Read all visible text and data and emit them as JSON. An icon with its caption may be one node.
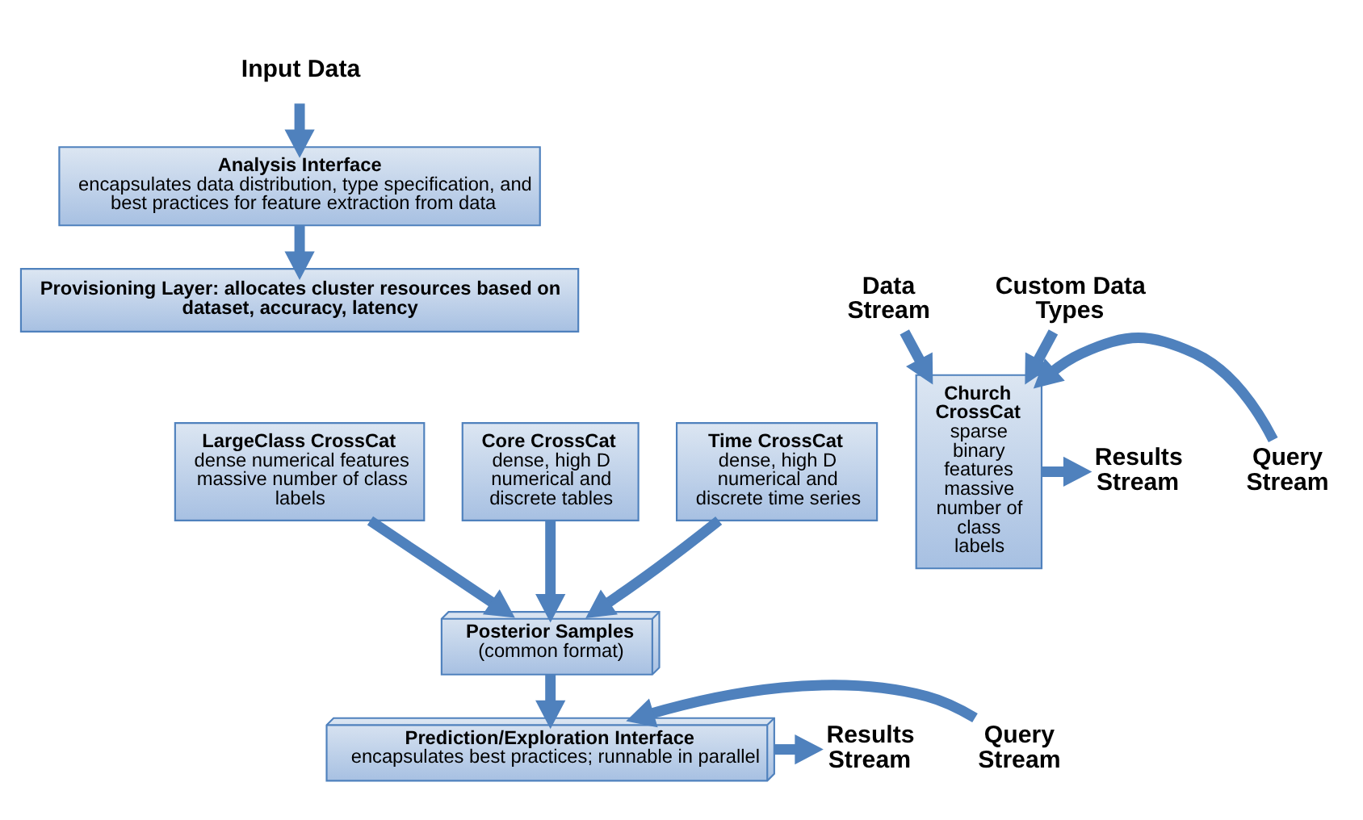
{
  "diagram": {
    "nodes": [
      {
        "text": [
          "Input Data"
        ]
      },
      {
        "text": [
          "Analysis Interface",
          "encapsulates data distribution, type specification, and best practices for feature extraction from data"
        ]
      },
      {
        "text": [
          "Provisioning Layer: allocates cluster resources based on dataset, accuracy, latency"
        ]
      },
      {
        "text": [
          "Core CrossCat",
          "dense, high D numerical and discrete tables"
        ]
      },
      {
        "text": [
          "LargeClass CrossCat",
          "dense numerical features massive number of class labels"
        ]
      },
      {
        "text": [
          "Time CrossCat",
          "dense, high D numerical and discrete time series"
        ]
      },
      {
        "text": [
          "Posterior Samples",
          "(common format)"
        ]
      },
      {
        "text": [
          "Prediction/Exploration Interface",
          "encapsulates best practices; runnable in parallel"
        ]
      },
      {
        "text": [
          "Query Stream"
        ]
      },
      {
        "text": [
          "Results Stream"
        ]
      },
      {
        "text": [
          "Data Stream"
        ]
      },
      {
        "text": [
          "Custom Data Types"
        ]
      },
      {
        "text": [
          "Church CrossCat",
          "sparse binary features massive number of class labels"
        ]
      },
      {
        "text": [
          "Query Stream"
        ]
      },
      {
        "text": [
          "Results Stream"
        ]
      }
    ],
    "edges": [
      {
        "from": 0,
        "to": 1,
        "arrow": "to"
      },
      {
        "from": 1,
        "to": 2,
        "arrow": "to"
      },
      {
        "from": 3,
        "to": 6,
        "arrow": "to"
      },
      {
        "from": 4,
        "to": 6,
        "arrow": "to"
      },
      {
        "from": 5,
        "to": 6,
        "arrow": "to"
      },
      {
        "from": 6,
        "to": 7,
        "arrow": "to"
      },
      {
        "from": 8,
        "to": 7,
        "arrow": "to"
      },
      {
        "from": 7,
        "to": 9,
        "arrow": "to"
      },
      {
        "from": 10,
        "to": 12,
        "arrow": "to"
      },
      {
        "from": 11,
        "to": 12,
        "arrow": "to"
      },
      {
        "from": 13,
        "to": 12,
        "arrow": "to"
      },
      {
        "from": 12,
        "to": 14,
        "arrow": "to"
      }
    ]
  }
}
